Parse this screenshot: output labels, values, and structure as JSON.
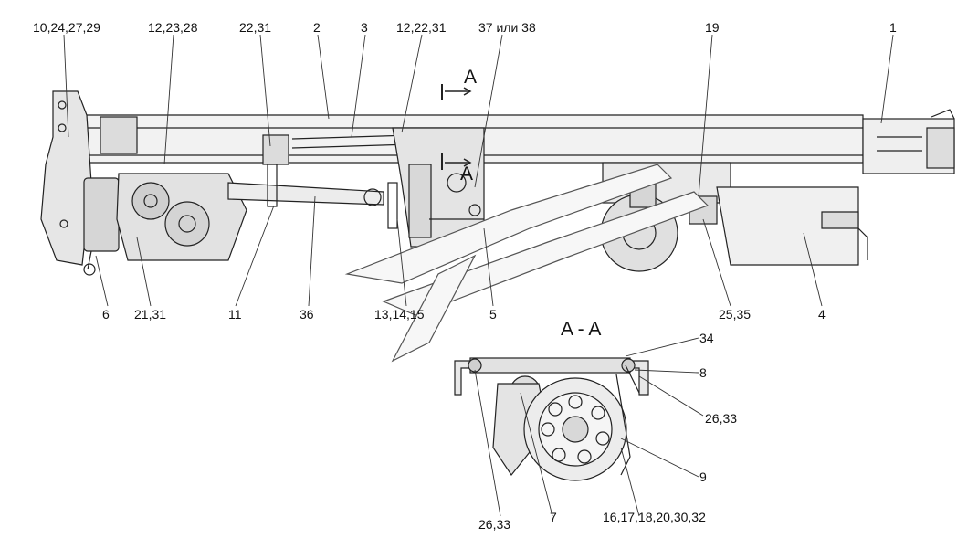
{
  "callouts": {
    "c1": "10,24,27,29",
    "c2": "12,23,28",
    "c3": "22,31",
    "c4": "2",
    "c5": "3",
    "c6": "12,22,31",
    "c7": "37 или 38",
    "c8": "19",
    "c9": "1",
    "c10": "6",
    "c11": "21,31",
    "c12": "11",
    "c13": "36",
    "c14": "13,14,15",
    "c15": "5",
    "c16": "25,35",
    "c17": "4",
    "c18": "34",
    "c19": "8",
    "c20": "26,33",
    "c21": "9",
    "c22": "26,33",
    "c23": "7",
    "c24": "16,17,18,20,30,32"
  },
  "section": {
    "marker_top": "A",
    "marker_bottom": "A",
    "view_title": "A - A"
  }
}
